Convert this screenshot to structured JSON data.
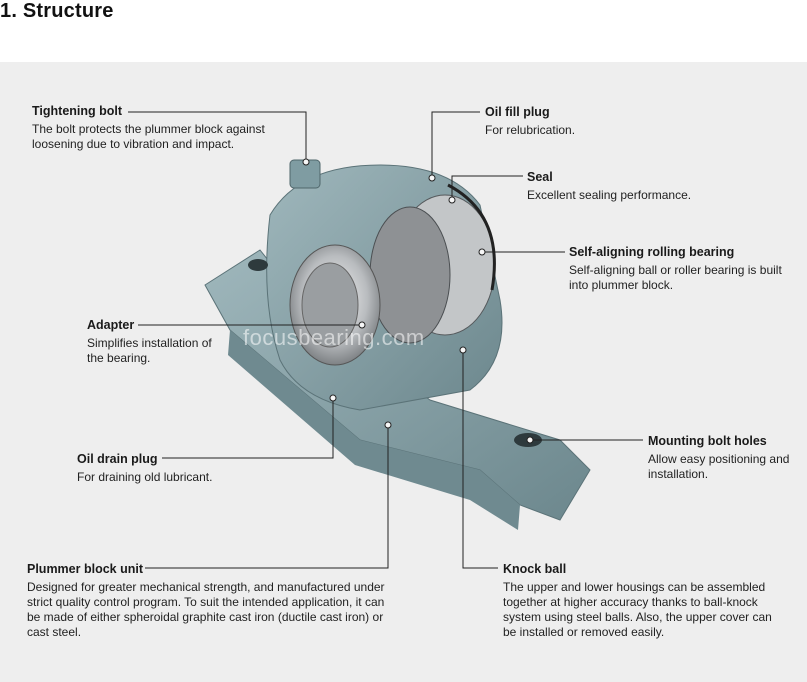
{
  "section_heading": "1. Structure",
  "watermark": "focusbearing.com",
  "callouts": {
    "tightening_bolt": {
      "title": "Tightening bolt",
      "desc": "The bolt protects the plummer block against loosening due to vibration and impact."
    },
    "oil_fill_plug": {
      "title": "Oil fill plug",
      "desc": "For relubrication."
    },
    "seal": {
      "title": "Seal",
      "desc": "Excellent sealing performance."
    },
    "self_aligning": {
      "title": "Self-aligning rolling bearing",
      "desc": "Self-aligning ball or roller bearing is built into plummer block."
    },
    "adapter": {
      "title": "Adapter",
      "desc": "Simplifies installation of the bearing."
    },
    "oil_drain_plug": {
      "title": "Oil drain plug",
      "desc": "For draining old lubricant."
    },
    "mounting_bolt_holes": {
      "title": "Mounting bolt holes",
      "desc": "Allow easy positioning and installation."
    },
    "plummer_block_unit": {
      "title": "Plummer block unit",
      "desc": "Designed for greater mechanical strength, and manufactured under strict quality control program. To suit the intended application, it can be made of either spheroidal graphite cast iron (ductile cast iron) or cast steel."
    },
    "knock_ball": {
      "title": "Knock ball",
      "desc": "The upper and lower housings can be assembled together at higher accuracy thanks to ball-knock system using steel balls. Also, the upper cover can be installed or removed easily."
    }
  },
  "colors": {
    "housing": "#7c9aa0",
    "panel": "#eeeeee",
    "leader": "#222222"
  }
}
